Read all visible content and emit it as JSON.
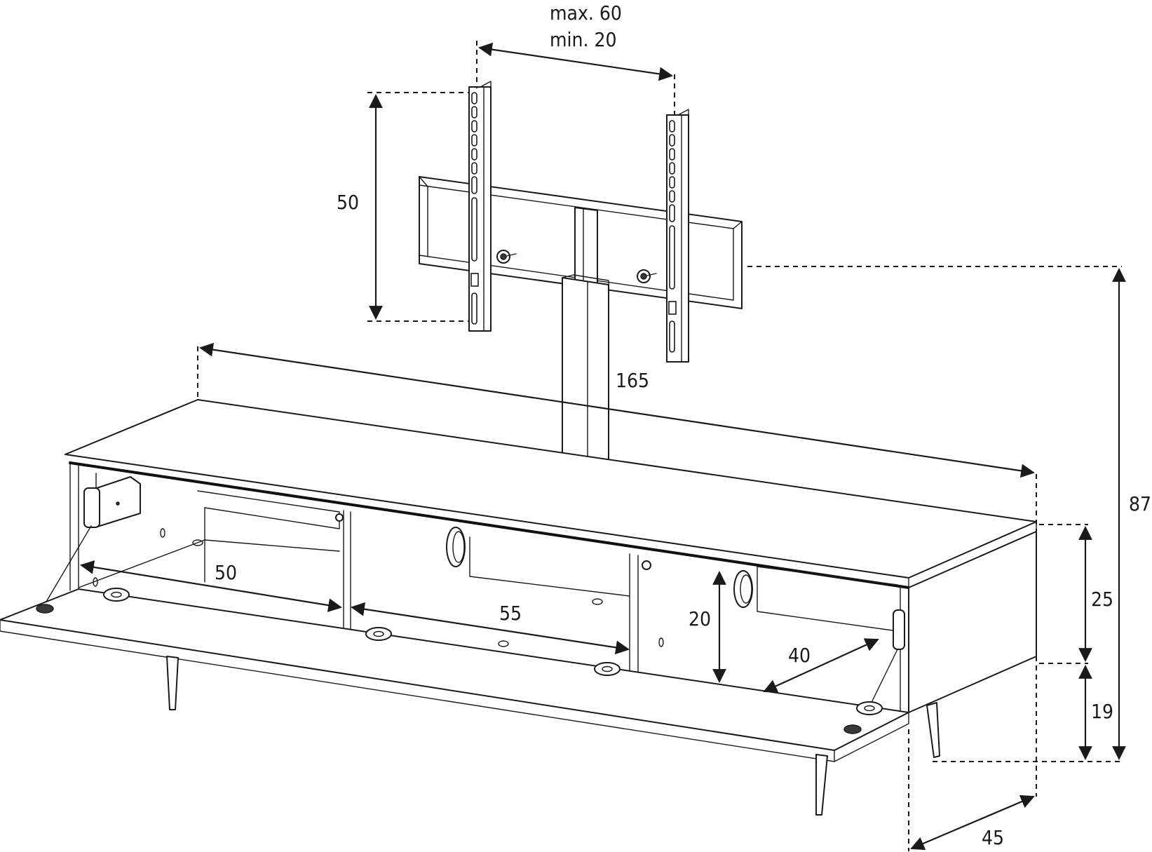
{
  "dimensions": {
    "bracket_spacing_max": "max. 60",
    "bracket_spacing_min": "min. 20",
    "bracket_height": "50",
    "total_width": "165",
    "total_height": "87",
    "cabinet_height": "25",
    "leg_height": "19",
    "depth": "45",
    "left_compartment_width": "50",
    "middle_compartment_width": "55",
    "right_compartment_height": "20",
    "right_compartment_depth": "40"
  },
  "colors": {
    "line": "#1a1a1a",
    "background": "#ffffff"
  }
}
